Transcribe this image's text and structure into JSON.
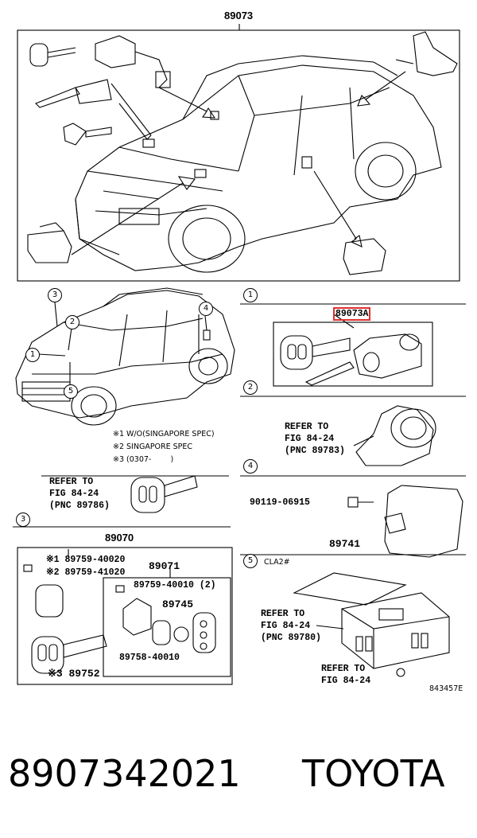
{
  "top_part_no": "89073",
  "section_marks": [
    "1",
    "2",
    "3",
    "4",
    "5"
  ],
  "vehicle_callouts": [
    "3",
    "2",
    "1",
    "5",
    "4"
  ],
  "notes": [
    "※1 W/O(SINGAPORE SPEC)",
    "※2 SINGAPORE SPEC",
    "※3 (0307-        )"
  ],
  "sec1": {
    "part": "89073A"
  },
  "sec2": {
    "refer": "REFER TO",
    "fig": "FIG 84-24",
    "pnc": "(PNC 89783)"
  },
  "left_refer": {
    "refer": "REFER TO",
    "fig": "FIG 84-24",
    "pnc": "(PNC 89786)"
  },
  "sec3": {
    "part_main": "89070",
    "p1": "※1 89759-40020",
    "p2": "※2 89759-41020",
    "p3": "89071",
    "p4": "89759-40010 (2)",
    "p5": "89745",
    "p6": "89758-40010",
    "p7": "※3 89752"
  },
  "sec4": {
    "bolt": "90119-06915",
    "unit": "89741"
  },
  "sec5": {
    "tag": "CLA2#",
    "refer_a": "REFER TO",
    "fig_a": "FIG 84-24",
    "pnc_a": "(PNC 89780)",
    "refer_b": "REFER TO",
    "fig_b": "FIG 84-24"
  },
  "diagram_code": "843457E",
  "footer": {
    "part_number": "8907342021",
    "brand": "TOYOTA"
  }
}
